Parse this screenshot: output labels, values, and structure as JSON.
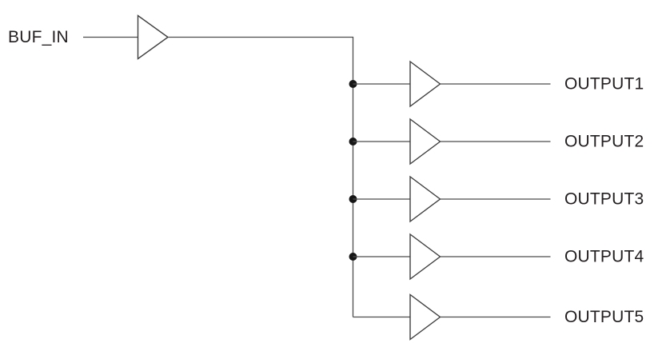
{
  "diagram": {
    "name": "clock-buffer-fanout-diagram",
    "input": {
      "label": "BUF_IN"
    },
    "outputs": [
      {
        "label": "OUTPUT1"
      },
      {
        "label": "OUTPUT2"
      },
      {
        "label": "OUTPUT3"
      },
      {
        "label": "OUTPUT4"
      },
      {
        "label": "OUTPUT5"
      }
    ],
    "colors": {
      "background": "#ffffff",
      "wire": "#4c4c4c",
      "symbol": "#3f3f3f",
      "junction": "#161616",
      "text": "#231f20"
    }
  }
}
